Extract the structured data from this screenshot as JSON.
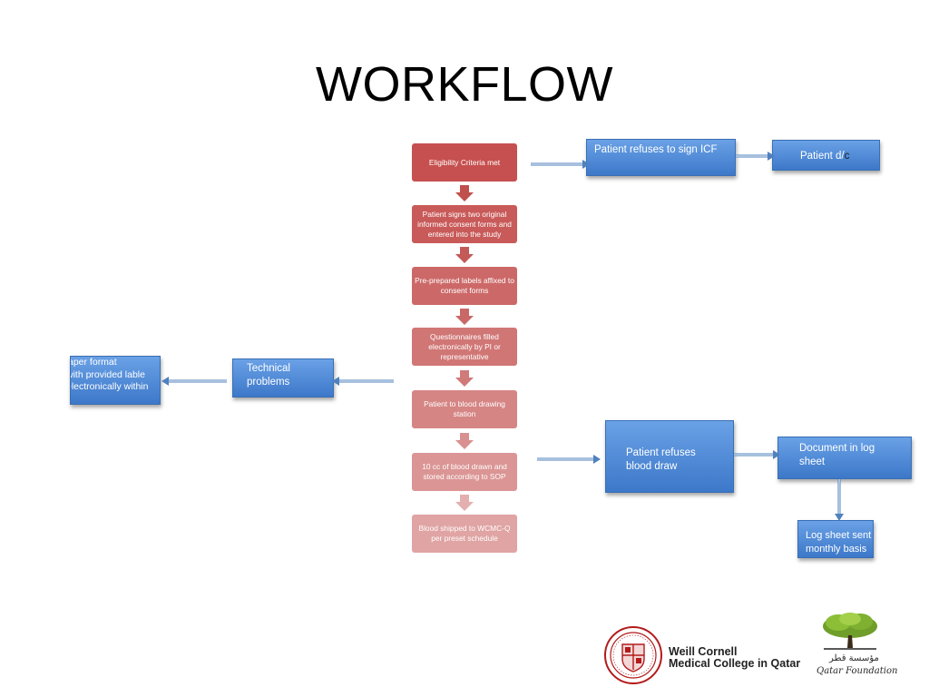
{
  "slide": {
    "title": "WORKFLOW"
  },
  "flow_steps": [
    {
      "label": "Eligibility Criteria met",
      "color": "#c6504f"
    },
    {
      "label": "Patient signs two original informed consent forms and entered into the study",
      "color": "#c85a59"
    },
    {
      "label": "Pre-prepared labels affixed to consent forms",
      "color": "#cc6968"
    },
    {
      "label": "Questionnaires filled electronically by PI or representative",
      "color": "#d07675"
    },
    {
      "label": "Patient to blood drawing station",
      "color": "#d58584"
    },
    {
      "label": "10 cc of blood drawn and stored according to SOP",
      "color": "#da9594"
    },
    {
      "label": "Blood shipped to WCMC-Q per preset schedule",
      "color": "#dfa4a3"
    }
  ],
  "side_boxes": {
    "refuses_icf": "Patient refuses to sign ICF",
    "patient_dc_prefix": "Patient d/",
    "patient_dc_suffix": "c",
    "technical_problems": "Technical problems",
    "paper_format_lines": [
      "aper format",
      " with provided lable",
      "electronically within"
    ],
    "refuses_blood": "Patient refuses blood draw",
    "document_log": "Document in log sheet",
    "log_sheet_sent": "Log sheet sent monthly basis"
  },
  "logos": {
    "weill_line1": "Weill Cornell",
    "weill_line2": "Medical College in Qatar",
    "qf_arabic": "مؤسسة قطر",
    "qf_latin": "Qatar Foundation"
  },
  "colors": {
    "blue_box": "#4a86d4",
    "arrow_red": "#c0504d",
    "connector": "#4f81bd"
  }
}
